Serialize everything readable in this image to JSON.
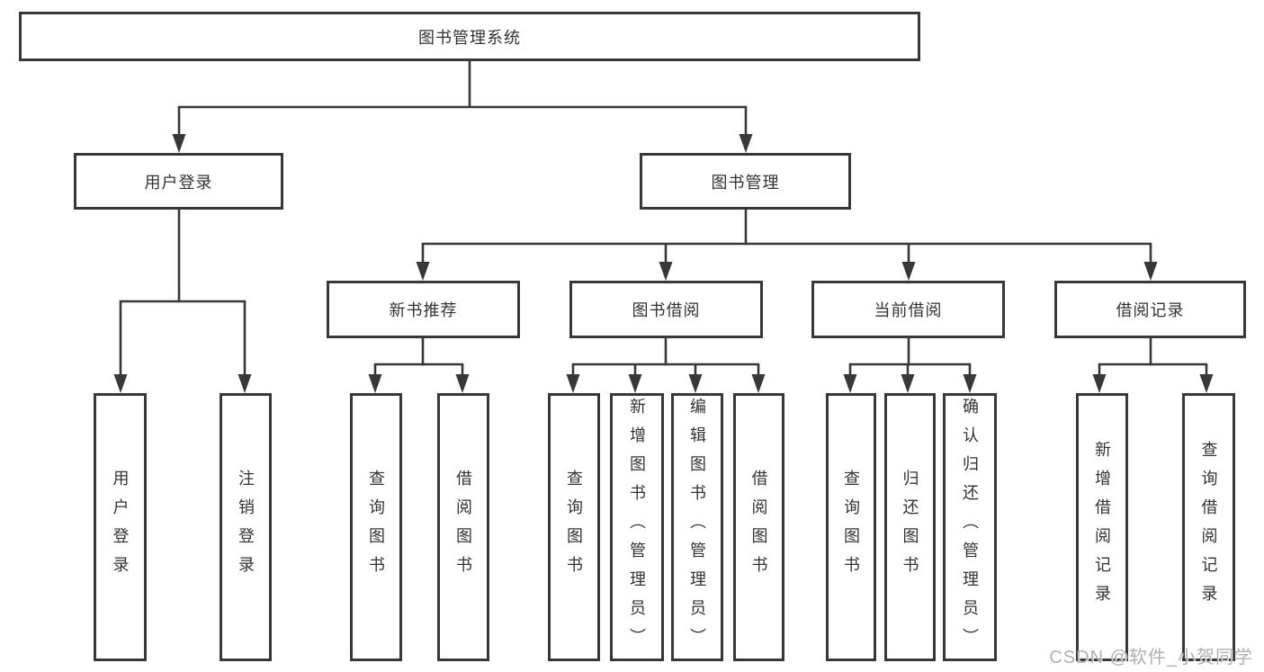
{
  "tree": {
    "label": "图书管理系统",
    "children": [
      {
        "label": "用户登录",
        "children": [
          {
            "label": "用户登录"
          },
          {
            "label": "注销登录"
          }
        ]
      },
      {
        "label": "图书管理",
        "children": [
          {
            "label": "新书推荐",
            "children": [
              {
                "label": "查询图书"
              },
              {
                "label": "借阅图书"
              }
            ]
          },
          {
            "label": "图书借阅",
            "children": [
              {
                "label": "查询图书"
              },
              {
                "label": "新增图书（管理员）"
              },
              {
                "label": "编辑图书（管理员）"
              },
              {
                "label": "借阅图书"
              }
            ]
          },
          {
            "label": "当前借阅",
            "children": [
              {
                "label": "查询图书"
              },
              {
                "label": "归还图书"
              },
              {
                "label": "确认归还（管理员）"
              }
            ]
          },
          {
            "label": "借阅记录",
            "children": [
              {
                "label": "新增借阅记录"
              },
              {
                "label": "查询借阅记录"
              }
            ]
          }
        ]
      }
    ]
  },
  "watermark": {
    "text": "CSDN @软件_小贺同学"
  },
  "colors": {
    "line": "#383838",
    "text": "#333333",
    "background": "#ffffff",
    "watermark": "#b0b0b0"
  }
}
